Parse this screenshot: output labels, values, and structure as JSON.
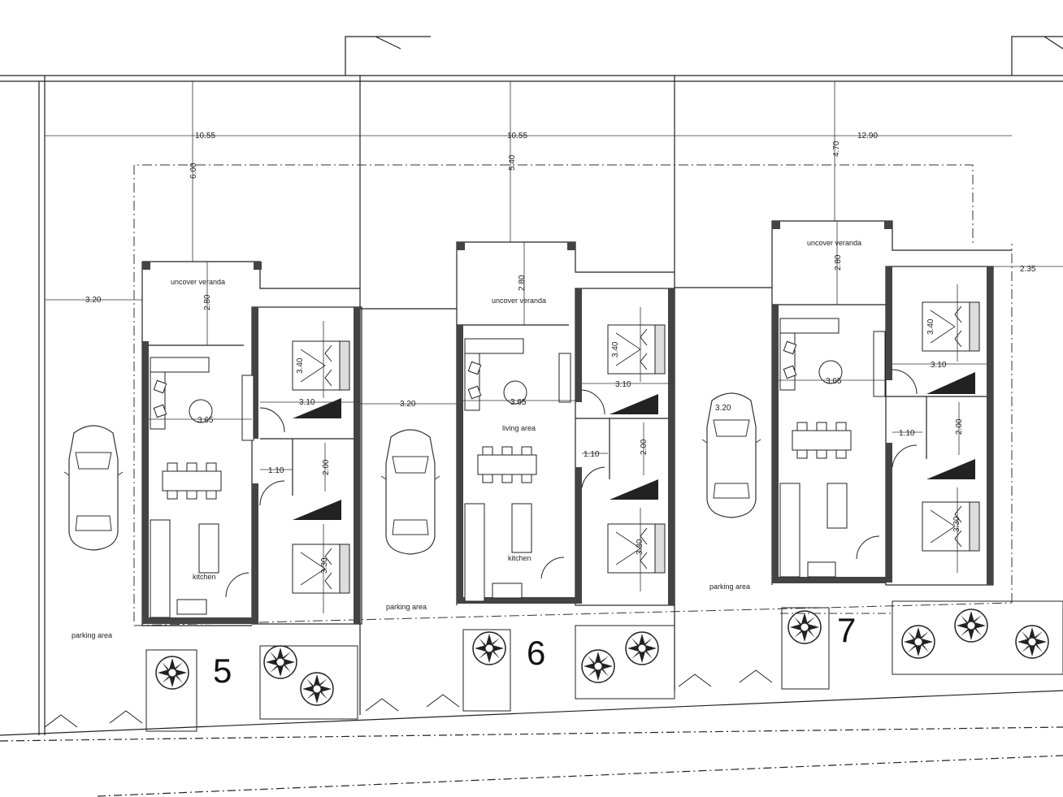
{
  "plots": [
    {
      "number": "5",
      "dims": {
        "width": "10.55",
        "front": "3.20",
        "rear_setback": "6.00",
        "veranda_depth": "2.80",
        "living": "3.65",
        "corridor": "1.10",
        "bed_width": "3.10",
        "bed1": "3.40",
        "bed2": "3.30",
        "bath": "2.00"
      },
      "rooms": {
        "veranda": "uncover veranda",
        "kitchen": "kitchen",
        "parking": "parking area"
      }
    },
    {
      "number": "6",
      "dims": {
        "width": "10.55",
        "front": "3.20",
        "rear_setback": "5.40",
        "veranda_depth": "2.80",
        "living": "3.65",
        "corridor": "1.10",
        "bed_width": "3.10",
        "bed1": "3.40",
        "bed2": "3.30",
        "bath": "2.00"
      },
      "rooms": {
        "veranda": "uncover veranda",
        "living": "living area",
        "kitchen": "kitchen",
        "parking": "parking area"
      }
    },
    {
      "number": "7",
      "dims": {
        "width": "12.90",
        "front": "3.20",
        "rear_setback": "4.70",
        "veranda_depth": "2.80",
        "living": "3.65",
        "corridor": "1.10",
        "bed_width": "3.10",
        "bed1": "3.40",
        "bed2": "3.30",
        "bath": "2.00",
        "side": "2.35"
      },
      "rooms": {
        "veranda": "uncover veranda",
        "parking": "parking area"
      }
    }
  ]
}
